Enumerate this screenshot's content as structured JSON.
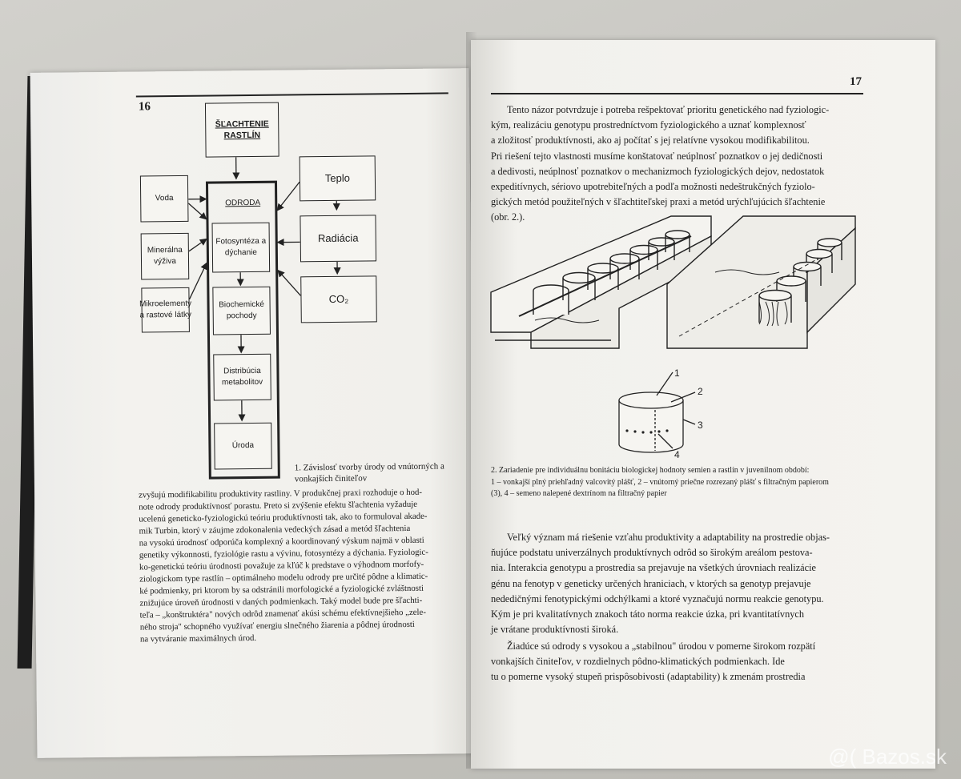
{
  "left_page": {
    "page_number": "16",
    "diagram": {
      "top": "ŠĽACHTENIE RASTLÍN",
      "center_title": "ODRODA",
      "left_boxes": [
        "Voda",
        "Minerálna výživa",
        "Mikroelementy a rastové látky"
      ],
      "right_boxes": [
        "Teplo",
        "Radiácia",
        "CO₂"
      ],
      "inner_boxes": [
        "Fotosyntéza a dýchanie",
        "Biochemické pochody",
        "Distribúcia metabolitov",
        "Úroda"
      ]
    },
    "caption": "1. Závislosť tvorby úrody od vnútorných a vonkajších činiteľov",
    "body_lines": [
      "zvyšujú modifikabilitu produktivity rastliny. V produkčnej praxi rozhoduje o hod-",
      "note odrody produktívnosť porastu. Preto si zvýšenie efektu šľachtenia vyžaduje",
      "ucelenú geneticko-fyziologickú teóriu produktívnosti tak, ako to formuloval akade-",
      "mik Turbin, ktorý v záujme zdokonalenia vedeckých zásad a metód šľachtenia",
      "na vysokú úrodnosť odporúča komplexný a koordinovaný výskum najmä v oblasti",
      "genetiky výkonnosti, fyziológie rastu a vývinu, fotosyntézy a dýchania. Fyziologic-",
      "ko-genetickú teóriu úrodnosti považuje za kľúč k predstave o výhodnom morfofy-",
      "ziologickom type rastlín – optimálneho modelu odrody pre určité pôdne a klimatic-",
      "ké podmienky, pri ktorom by sa odstránili morfologické a fyziologické zvláštnosti",
      "znižujúce úroveň úrodnosti v daných podmienkach. Taký model bude pre šľachti-",
      "teľa – „konštruktéra\" nových odrôd znamenať akúsi schému efektívnejšieho „zele-",
      "ného stroja\" schopného využívať energiu slnečného žiarenia a pôdnej úrodnosti",
      "na vytváranie maximálnych úrod."
    ]
  },
  "right_page": {
    "page_number": "17",
    "intro_lines": [
      "Tento názor potvrdzuje i potreba rešpektovať prioritu genetického nad fyziologic-",
      "kým, realizáciu genotypu prostredníctvom fyziologického a uznať komplexnosť",
      "a zložitosť produktívnosti, ako aj počítať s jej relatívne vysokou modifikabilitou.",
      "Pri riešení tejto vlastnosti musíme konštatovať neúplnosť poznatkov o jej dedičnosti",
      "a dedivosti, neúplnosť poznatkov o mechanizmoch fyziologických dejov, nedostatok",
      "expeditívnych, sériovo upotrebiteľných a podľa možnosti nedeštrukčných fyziolo-",
      "gických metód použiteľných v šľachtiteľskej praxi a metód urýchľujúcich šľachtenie",
      "(obr. 2.)."
    ],
    "figure_labels": [
      "1",
      "2",
      "3",
      "4"
    ],
    "caption_lines": [
      "2. Zariadenie pre individuálnu bonitáciu biologickej hodnoty semien a rastlín v juvenilnom období:",
      "1 – vonkajší plný priehľadný valcovitý plášť, 2 – vnútorný priečne rozrezaný plášť s filtračným papierom",
      "(3), 4 – semeno nalepené dextrínom na filtračný papier"
    ],
    "para2_lines": [
      "Veľký význam má riešenie vzťahu produktivity a adaptability na prostredie objas-",
      "ňujúce podstatu univerzálnych produktívnych odrôd so širokým areálom pestova-",
      "nia. Interakcia genotypu a prostredia sa prejavuje na všetkých úrovniach realizácie",
      "génu na fenotyp v geneticky určených hraniciach, v ktorých sa genotyp prejavuje",
      "nededičnými fenotypickými odchýlkami a ktoré vyznačujú normu reakcie genotypu.",
      "Kým je pri kvalitatívnych znakoch táto norma reakcie úzka, pri kvantitatívnych",
      "je vrátane produktívnosti široká."
    ],
    "para3_lines": [
      "Žiadúce sú odrody s vysokou a „stabilnou\" úrodou v pomerne širokom rozpätí",
      "vonkajších činiteľov, v rozdielnych pôdno-klimatických podmienkach. Ide",
      "tu o pomerne vysoký stupeň prispôsobivosti (adaptability) k zmenám prostredia"
    ]
  },
  "watermark": "@( Bazos.sk"
}
